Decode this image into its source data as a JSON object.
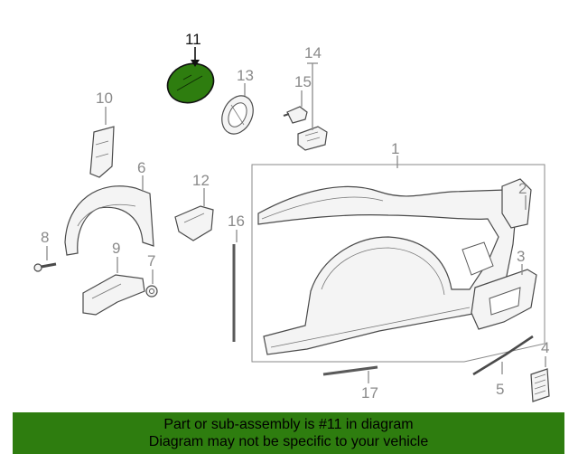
{
  "diagram": {
    "highlight_part": "11",
    "highlight_color": "#2e7d0f",
    "callouts": [
      {
        "id": "c1",
        "label": "1"
      },
      {
        "id": "c2",
        "label": "2"
      },
      {
        "id": "c3",
        "label": "3"
      },
      {
        "id": "c4",
        "label": "4"
      },
      {
        "id": "c5",
        "label": "5"
      },
      {
        "id": "c6",
        "label": "6"
      },
      {
        "id": "c7",
        "label": "7"
      },
      {
        "id": "c8",
        "label": "8"
      },
      {
        "id": "c9",
        "label": "9"
      },
      {
        "id": "c10",
        "label": "10"
      },
      {
        "id": "c11",
        "label": "11"
      },
      {
        "id": "c12",
        "label": "12"
      },
      {
        "id": "c13",
        "label": "13"
      },
      {
        "id": "c14",
        "label": "14"
      },
      {
        "id": "c15",
        "label": "15"
      },
      {
        "id": "c16",
        "label": "16"
      },
      {
        "id": "c17",
        "label": "17"
      }
    ]
  },
  "banner": {
    "line1": "Part or sub-assembly is #11 in diagram",
    "line2": "Diagram may not be specific to your vehicle",
    "color": "#2e7d0f"
  }
}
